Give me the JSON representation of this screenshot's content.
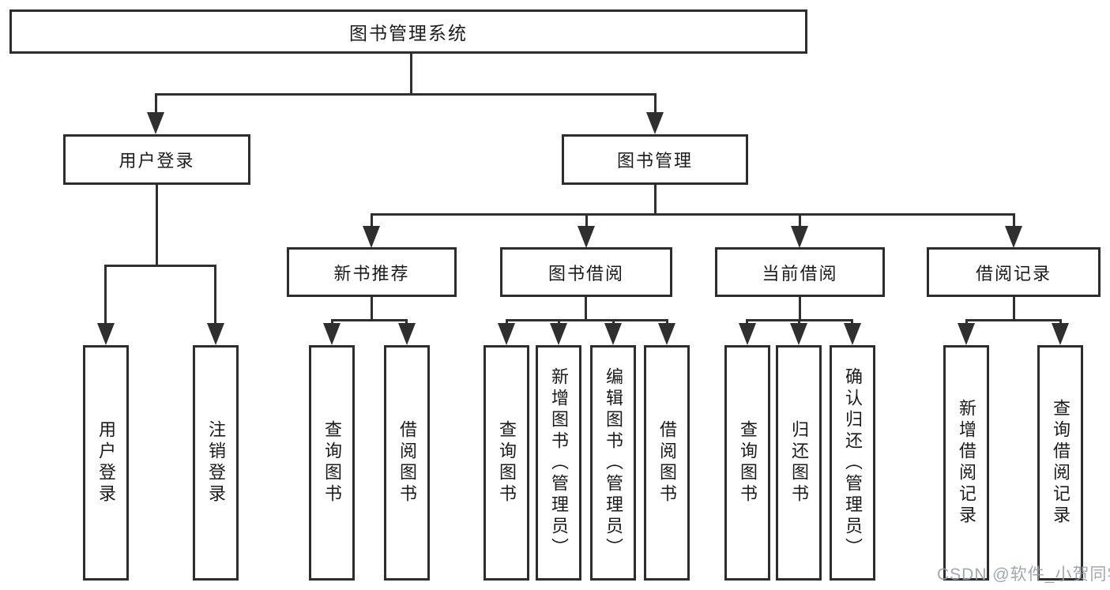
{
  "colors": {
    "stroke": "#2f2f2f",
    "box_border": "#2d2d2d",
    "text": "#1b1b1b",
    "watermark": "#9aa0a8",
    "background": "#ffffff"
  },
  "watermark": {
    "text": "CSDN @软件_小贺同学"
  },
  "tree": {
    "root": {
      "label": "图书管理系统",
      "children": [
        {
          "label": "用户登录",
          "children": [
            {
              "label": "用户登录"
            },
            {
              "label": "注销登录"
            }
          ]
        },
        {
          "label": "图书管理",
          "children": [
            {
              "label": "新书推荐",
              "children": [
                {
                  "label": "查询图书"
                },
                {
                  "label": "借阅图书"
                }
              ]
            },
            {
              "label": "图书借阅",
              "children": [
                {
                  "label": "查询图书"
                },
                {
                  "label": "新增图书（管理员）"
                },
                {
                  "label": "编辑图书（管理员）"
                },
                {
                  "label": "借阅图书"
                }
              ]
            },
            {
              "label": "当前借阅",
              "children": [
                {
                  "label": "查询图书"
                },
                {
                  "label": "归还图书"
                },
                {
                  "label": "确认归还（管理员）"
                }
              ]
            },
            {
              "label": "借阅记录",
              "children": [
                {
                  "label": "新增借阅记录"
                },
                {
                  "label": "查询借阅记录"
                }
              ]
            }
          ]
        }
      ]
    }
  }
}
